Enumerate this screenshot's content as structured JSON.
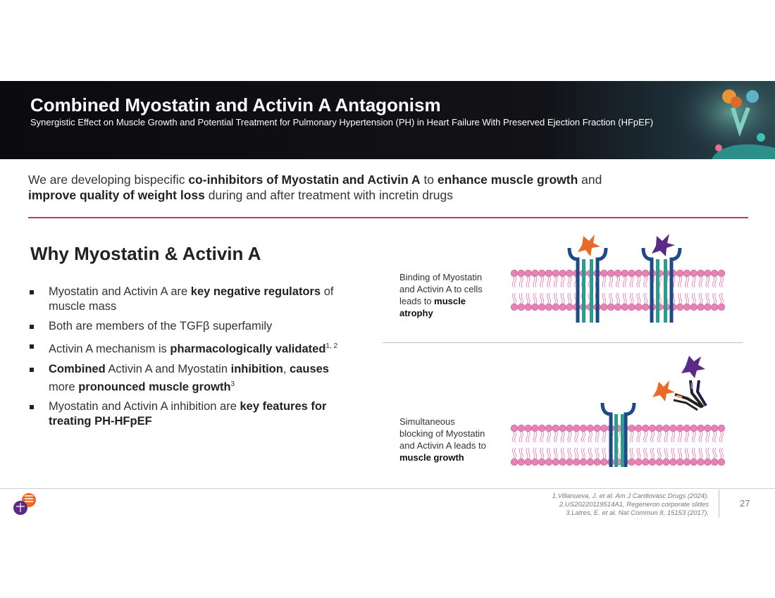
{
  "header": {
    "title": "Combined Myostatin and Activin A Antagonism",
    "subtitle": "Synergistic Effect on Muscle Growth and Potential Treatment for Pulmonary Hypertension (PH) in Heart Failure With Preserved Ejection Fraction (HFpEF)"
  },
  "intro": {
    "p1": "We are developing bispecific ",
    "b1": "co-inhibitors of Myostatin and Activin A",
    "p2": " to ",
    "b2": "enhance muscle growth",
    "p3": " and ",
    "b3": "improve quality of weight loss",
    "p4": " during and after treatment with incretin drugs"
  },
  "section": {
    "title": "Why Myostatin & Activin A",
    "bullets": {
      "b1": {
        "t1": "Myostatin and Activin A are ",
        "b1": "key negative regulators",
        "t2": " of muscle mass"
      },
      "b2": {
        "t1": "Both are members of the TGFβ superfamily"
      },
      "b3": {
        "t1": "Activin A mechanism is ",
        "b1": "pharmacologically validated",
        "sup": "1, 2"
      },
      "b4": {
        "b1": "Combined",
        "t1": " Activin A and Myostatin ",
        "b2": "inhibition",
        "t2": ", ",
        "b3": "causes",
        "t3": " more ",
        "b4": "pronounced muscle growth",
        "sup": "3"
      },
      "b5": {
        "t1": "Myostatin and Activin A inhibition are ",
        "b1": "key features for treating PH-HFpEF"
      }
    }
  },
  "diagram": {
    "top_caption": {
      "t1": "Binding of Myostatin  and Activin A to cells leads to ",
      "b1": "muscle atrophy"
    },
    "bottom_caption": {
      "t1": "Simultaneous blocking of Myostatin and Activin A leads to ",
      "b1": "muscle growth"
    }
  },
  "footer": {
    "refs": [
      "1.Villanueva, J. et al. Am J Cardiovasc Drugs (2024).",
      "2.US20220119514A1, Regeneron corporate slides",
      "3.Latres, E. et al. Nat Commun 8, 15153 (2017)."
    ],
    "page_number": "27"
  },
  "colors": {
    "accent_rule": "#c0395e",
    "membrane_pink": "#e882b4",
    "receptor_navy": "#1f4a8a",
    "receptor_teal": "#2a9d8f",
    "activin_orange": "#ea6a28",
    "myostatin_purple": "#5b2a86"
  }
}
